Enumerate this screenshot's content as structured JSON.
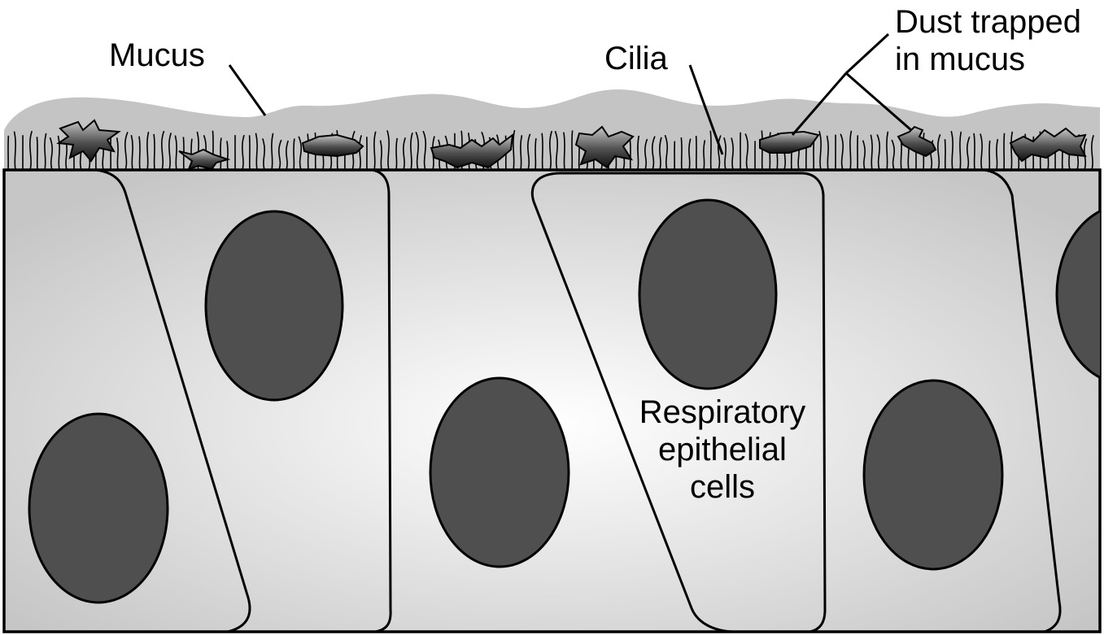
{
  "labels": {
    "mucus": "Mucus",
    "cilia": "Cilia",
    "dust": [
      "Dust trapped",
      "in mucus"
    ],
    "cells": [
      "Respiratory",
      "epithelial",
      "cells"
    ]
  },
  "colors": {
    "mucus": "#c4c4c4",
    "cell_fill_center": "#ffffff",
    "cell_fill_edge": "#c6c6c6",
    "nucleus": "#4f4f4f",
    "outline": "#000000",
    "dust_dark": "#1e1e1e",
    "dust_light": "#bdbdbd"
  }
}
